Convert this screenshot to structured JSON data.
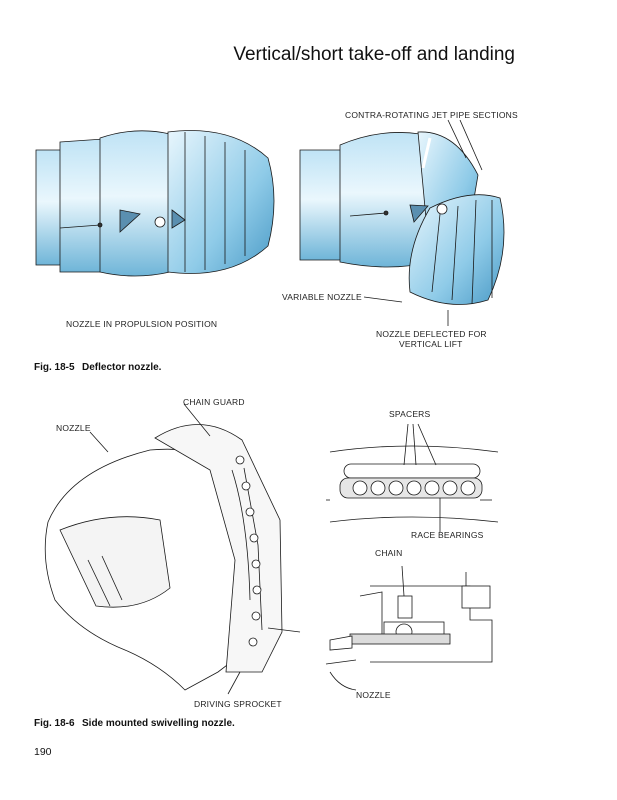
{
  "header": {
    "title": "Vertical/short take-off and landing"
  },
  "figure_5": {
    "number": "Fig. 18-5",
    "title": "Deflector nozzle.",
    "labels": {
      "contra_rotating": "CONTRA-ROTATING JET PIPE SECTIONS",
      "variable_nozzle": "VARIABLE NOZZLE",
      "propulsion_position": "NOZZLE IN PROPULSION POSITION",
      "deflected_line1": "NOZZLE DEFLECTED FOR",
      "deflected_line2": "VERTICAL LIFT"
    }
  },
  "figure_6": {
    "number": "Fig. 18-6",
    "title": "Side mounted swivelling nozzle.",
    "labels": {
      "chain_guard": "CHAIN GUARD",
      "nozzle_left": "NOZZLE",
      "spacers": "SPACERS",
      "race_bearings": "RACE BEARINGS",
      "chain": "CHAIN",
      "nozzle_right": "NOZZLE",
      "driving_sprocket": "DRIVING SPROCKET"
    }
  },
  "page": {
    "number": "190"
  }
}
